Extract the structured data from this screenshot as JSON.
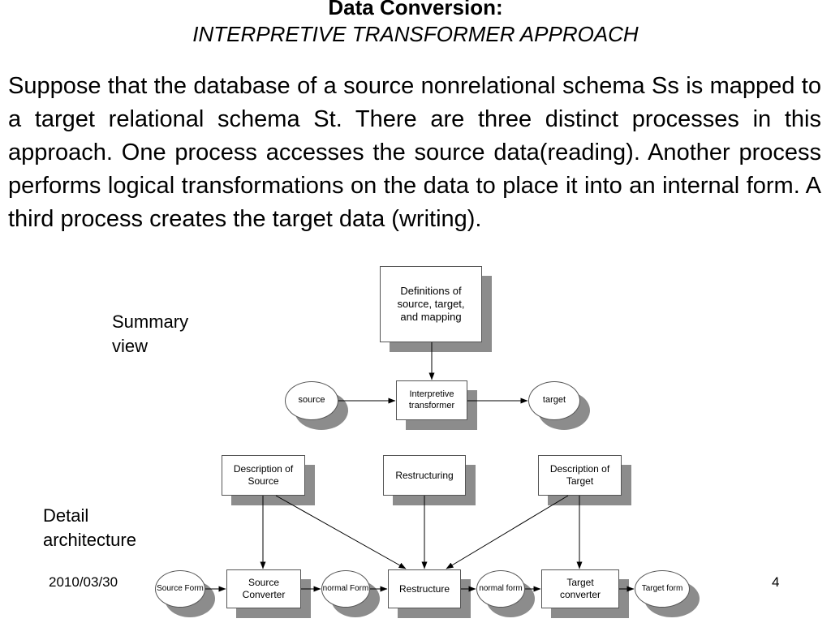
{
  "title": {
    "main": "Data Conversion:",
    "sub": "INTERPRETIVE TRANSFORMER APPROACH"
  },
  "body_text": "Suppose that the database of a source nonrelational schema Ss is mapped to a target relational schema St. There are three distinct processes in this approach. One process accesses the source data(reading). Another process performs logical transformations on the data to place it into an internal form. A third process creates the target data (writing).",
  "labels": {
    "summary": "Summary view",
    "detail": "Detail architecture"
  },
  "footer": {
    "date": "2010/03/30",
    "page_number": "4"
  },
  "diagram": {
    "summary": {
      "definitions": "Definitions of source, target, and mapping",
      "source": "source",
      "transformer": "Interpretive transformer",
      "target": "target"
    },
    "detail": {
      "description_source": "Description of Source",
      "restructuring": "Restructuring",
      "description_target": "Description of Target",
      "source_form": "Source Form",
      "source_converter": "Source Converter",
      "normal_form_1": "normal Form",
      "restructure": "Restructure",
      "normal_form_2": "normal form",
      "target_converter": "Target converter",
      "target_form": "Target form"
    },
    "colors": {
      "shadow": "#8c8c8c",
      "border": "#555555",
      "arrow": "#000000"
    }
  }
}
